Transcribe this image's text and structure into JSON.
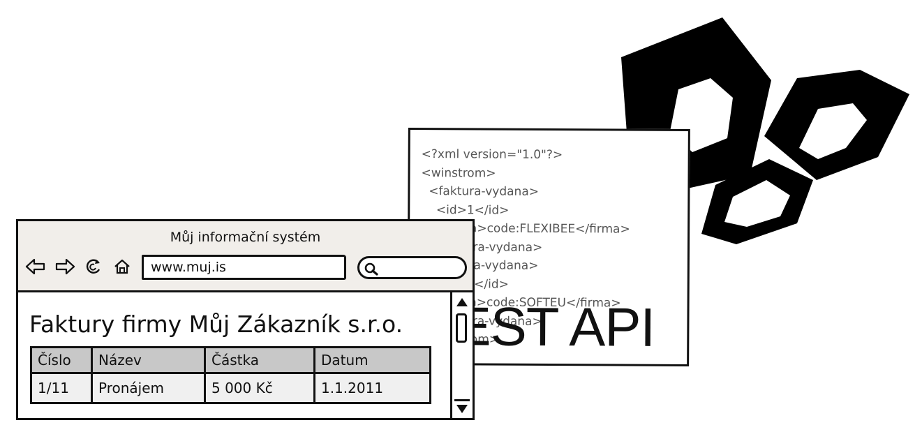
{
  "xml_panel": {
    "lines": [
      "<?xml version=\"1.0\"?>",
      "<winstrom>",
      "  <faktura-vydana>",
      "    <id>1</id>",
      "    <firma>code:FLEXIBEE</firma>",
      "  </faktura-vydana>",
      "  <faktura-vydana>",
      "    <id>2</id>",
      "    <firma>code:SOFTEU</firma>",
      "  </faktura-vydana>",
      "</winstrom>"
    ],
    "title": "REST API"
  },
  "browser": {
    "window_title": "Můj informační systém",
    "url": "www.muj.is",
    "search_value": "",
    "page_title": "Faktury firmy Můj Zákazník s.r.o.",
    "table": {
      "headers": [
        "Číslo",
        "Název",
        "Částka",
        "Datum"
      ],
      "rows": [
        [
          "1/11",
          "Pronájem",
          "5 000 Kč",
          "1.1.2011"
        ]
      ]
    }
  },
  "icons": {
    "back": "back-arrow-icon",
    "forward": "forward-arrow-icon",
    "reload": "reload-icon",
    "home": "home-icon",
    "search": "search-icon",
    "logo": "flexibee-logo"
  }
}
